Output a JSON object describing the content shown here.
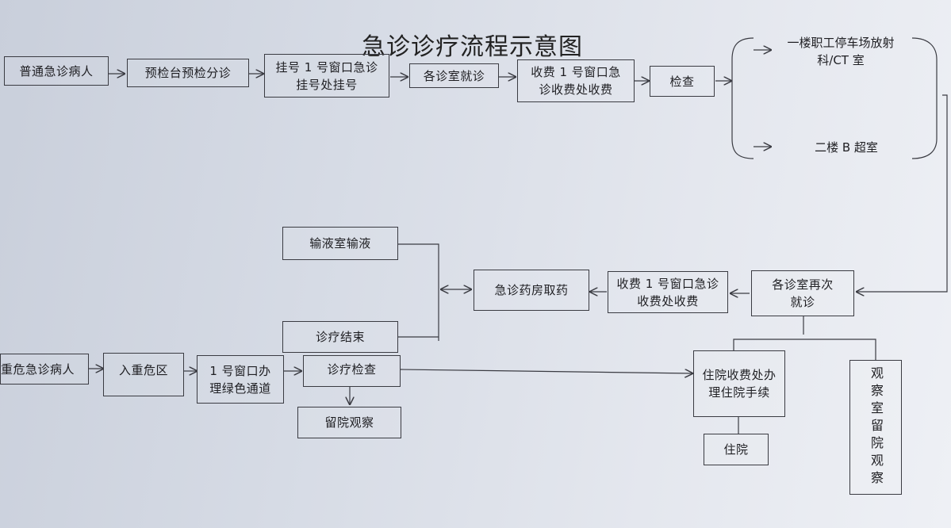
{
  "title": "急诊诊疗流程示意图",
  "nodes": {
    "normal_patient": "普通急诊病人",
    "triage": "预检台预检分诊",
    "register": "挂号 1 号窗口急诊挂号处挂号",
    "dept_visit": "各诊室就诊",
    "payment_1": "收费 1 号窗口急诊收费处收费",
    "exam": "检查",
    "radiology": "一楼职工停车场放射科/CT 室",
    "ultrasound": "二楼 B 超室",
    "revisit": "各诊室再次就诊",
    "payment_2": "收费 1 号窗口急诊收费处收费",
    "pharmacy": "急诊药房取药",
    "infusion": "输液室输液",
    "treatment_end": "诊疗结束",
    "critical_patient": "重危急诊病人",
    "critical_zone": "入重危区",
    "green_channel": "1 号窗口办理绿色通道",
    "treatment_exam": "诊疗检查",
    "hospital_observation": "留院观察",
    "admission_procedure": "住院收费处办理住院手续",
    "hospitalized": "住院",
    "observation_room": "观察室留院观察"
  }
}
